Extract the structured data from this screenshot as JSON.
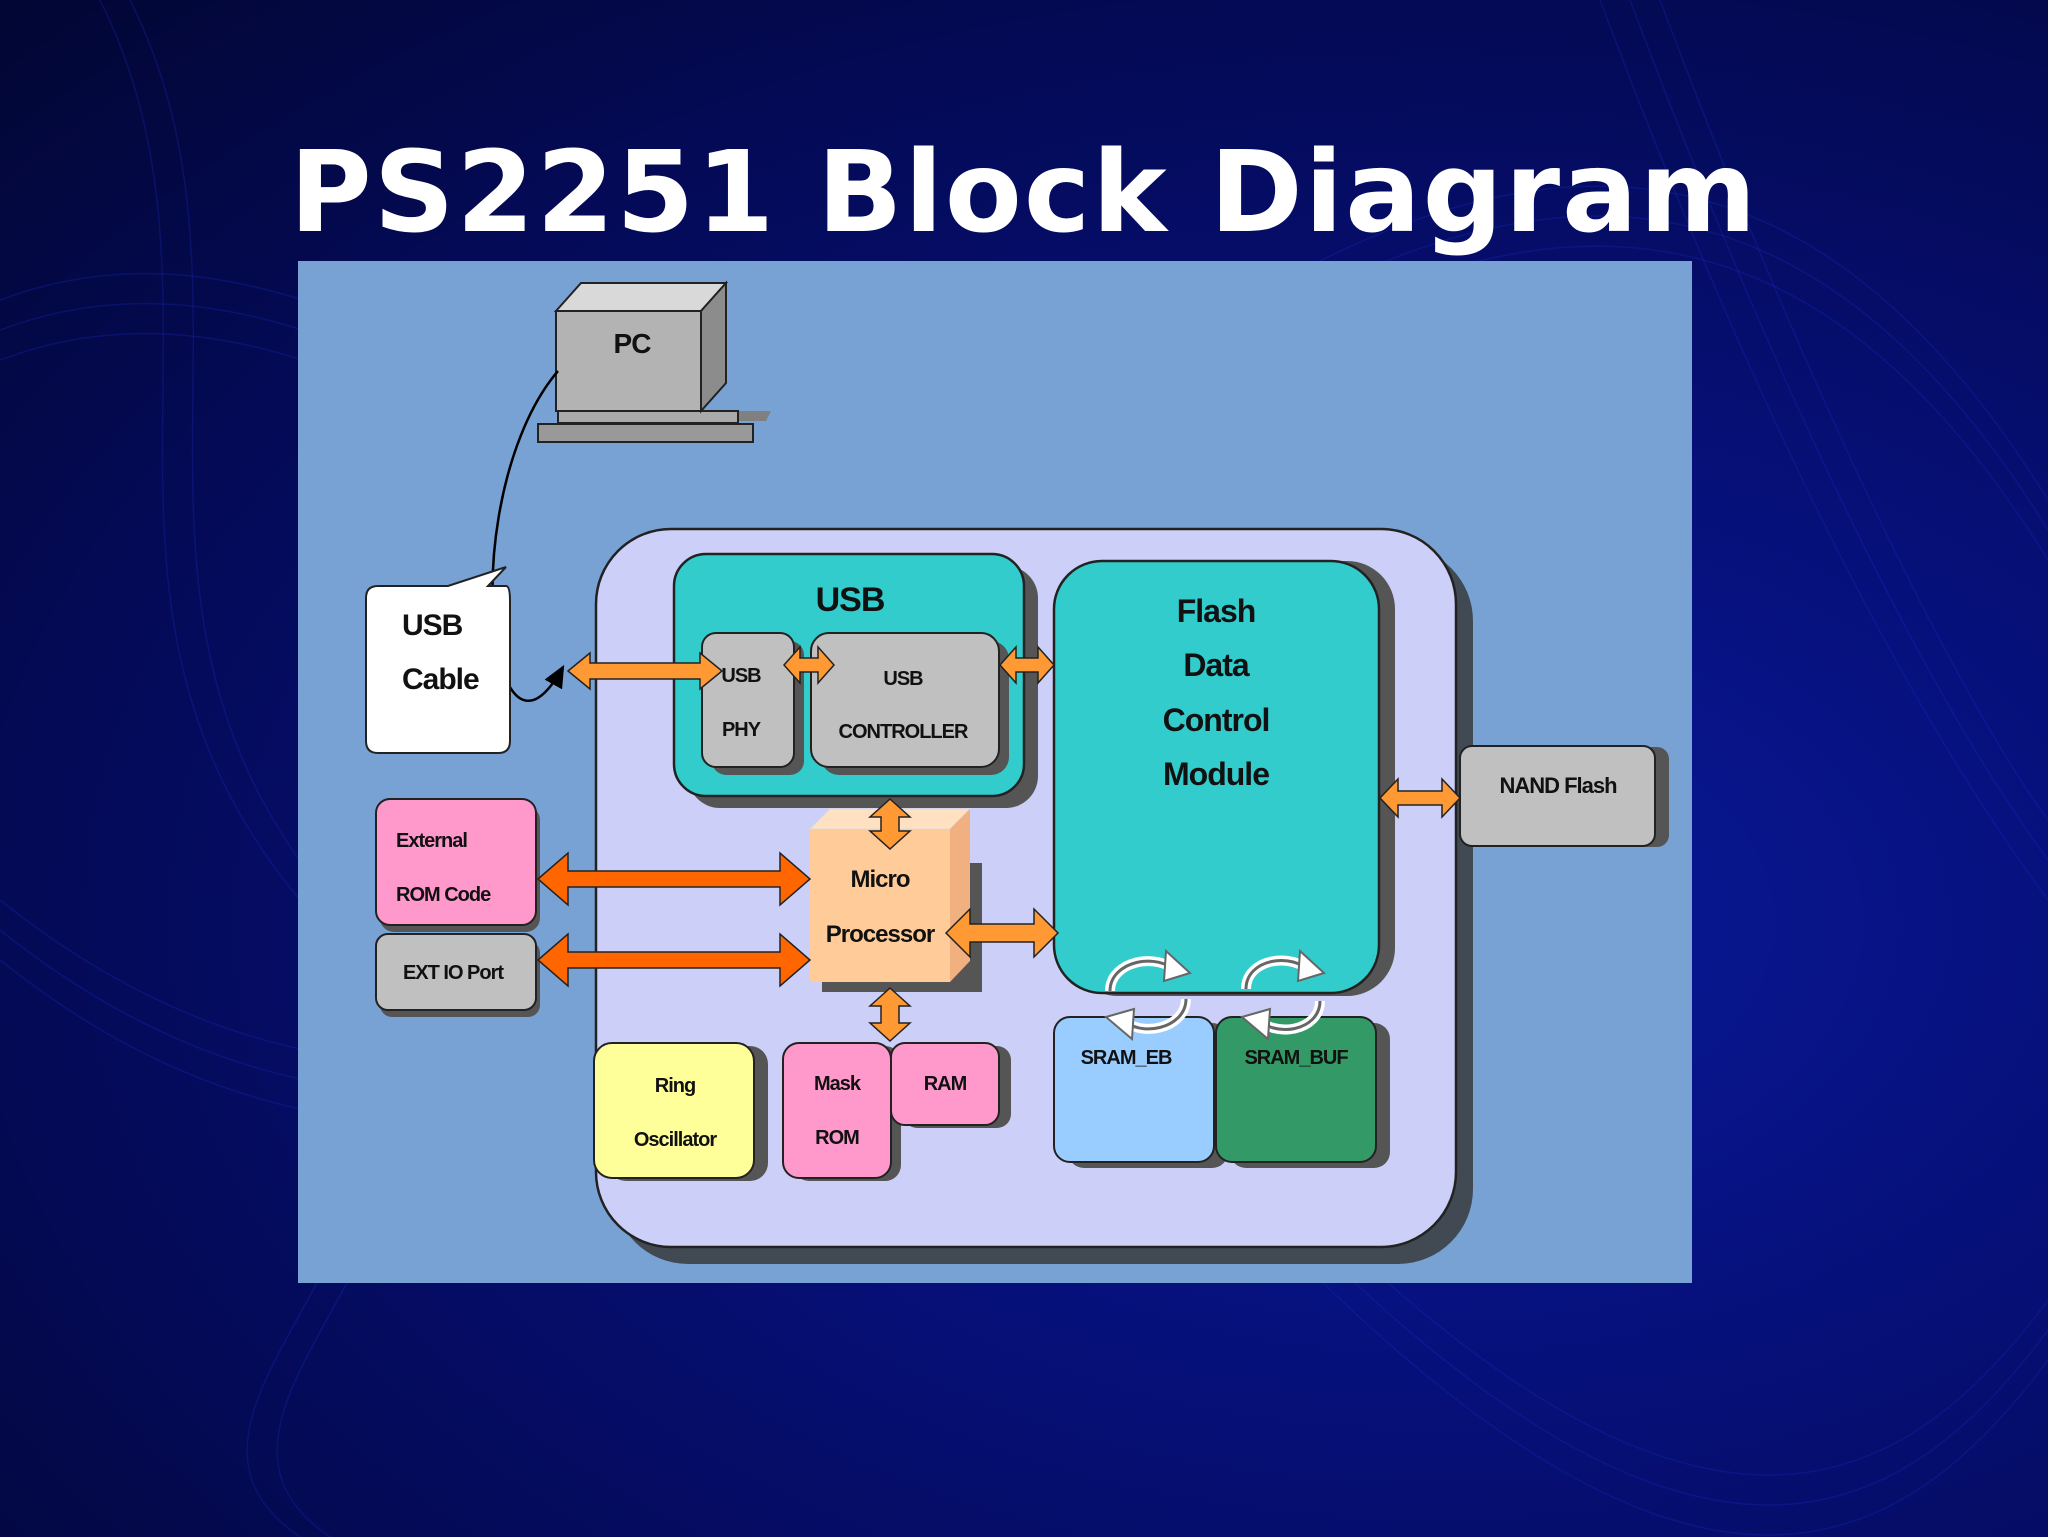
{
  "slide": {
    "title": "PS2251 Block Diagram"
  },
  "diagram": {
    "pc": {
      "label": "PC"
    },
    "usb_cable": {
      "line1": "USB",
      "line2": "Cable"
    },
    "usb_block": {
      "title": "USB"
    },
    "usb_phy": {
      "line1": "USB",
      "line2": "PHY"
    },
    "usb_controller": {
      "line1": "USB",
      "line2": "CONTROLLER"
    },
    "flash_module": {
      "line1": "Flash",
      "line2": "Data",
      "line3": "Control",
      "line4": "Module"
    },
    "nand_flash": {
      "label": "NAND Flash"
    },
    "external_rom": {
      "line1": "External",
      "line2": "ROM Code"
    },
    "ext_io": {
      "label": "EXT IO Port"
    },
    "micro_processor": {
      "line1": "Micro",
      "line2": "Processor"
    },
    "ring_oscillator": {
      "line1": "Ring",
      "line2": "Oscillator"
    },
    "mask_rom": {
      "line1": "Mask",
      "line2": "ROM"
    },
    "ram": {
      "label": "RAM"
    },
    "sram_eb": {
      "label": "SRAM_EB"
    },
    "sram_buf": {
      "label": "SRAM_BUF"
    }
  },
  "colors": {
    "panel": "#77a2d3",
    "chip_body": "#cccff7",
    "teal": "#33cccc",
    "gray_box": "#c0c0c0",
    "pink": "#ff99cc",
    "peach": "#ffcc99",
    "yellow": "#ffff99",
    "light_blue": "#99ccff",
    "dark_green": "#339966",
    "arrow_orange": "#ff9933",
    "arrow_red_orange": "#ff6600"
  }
}
